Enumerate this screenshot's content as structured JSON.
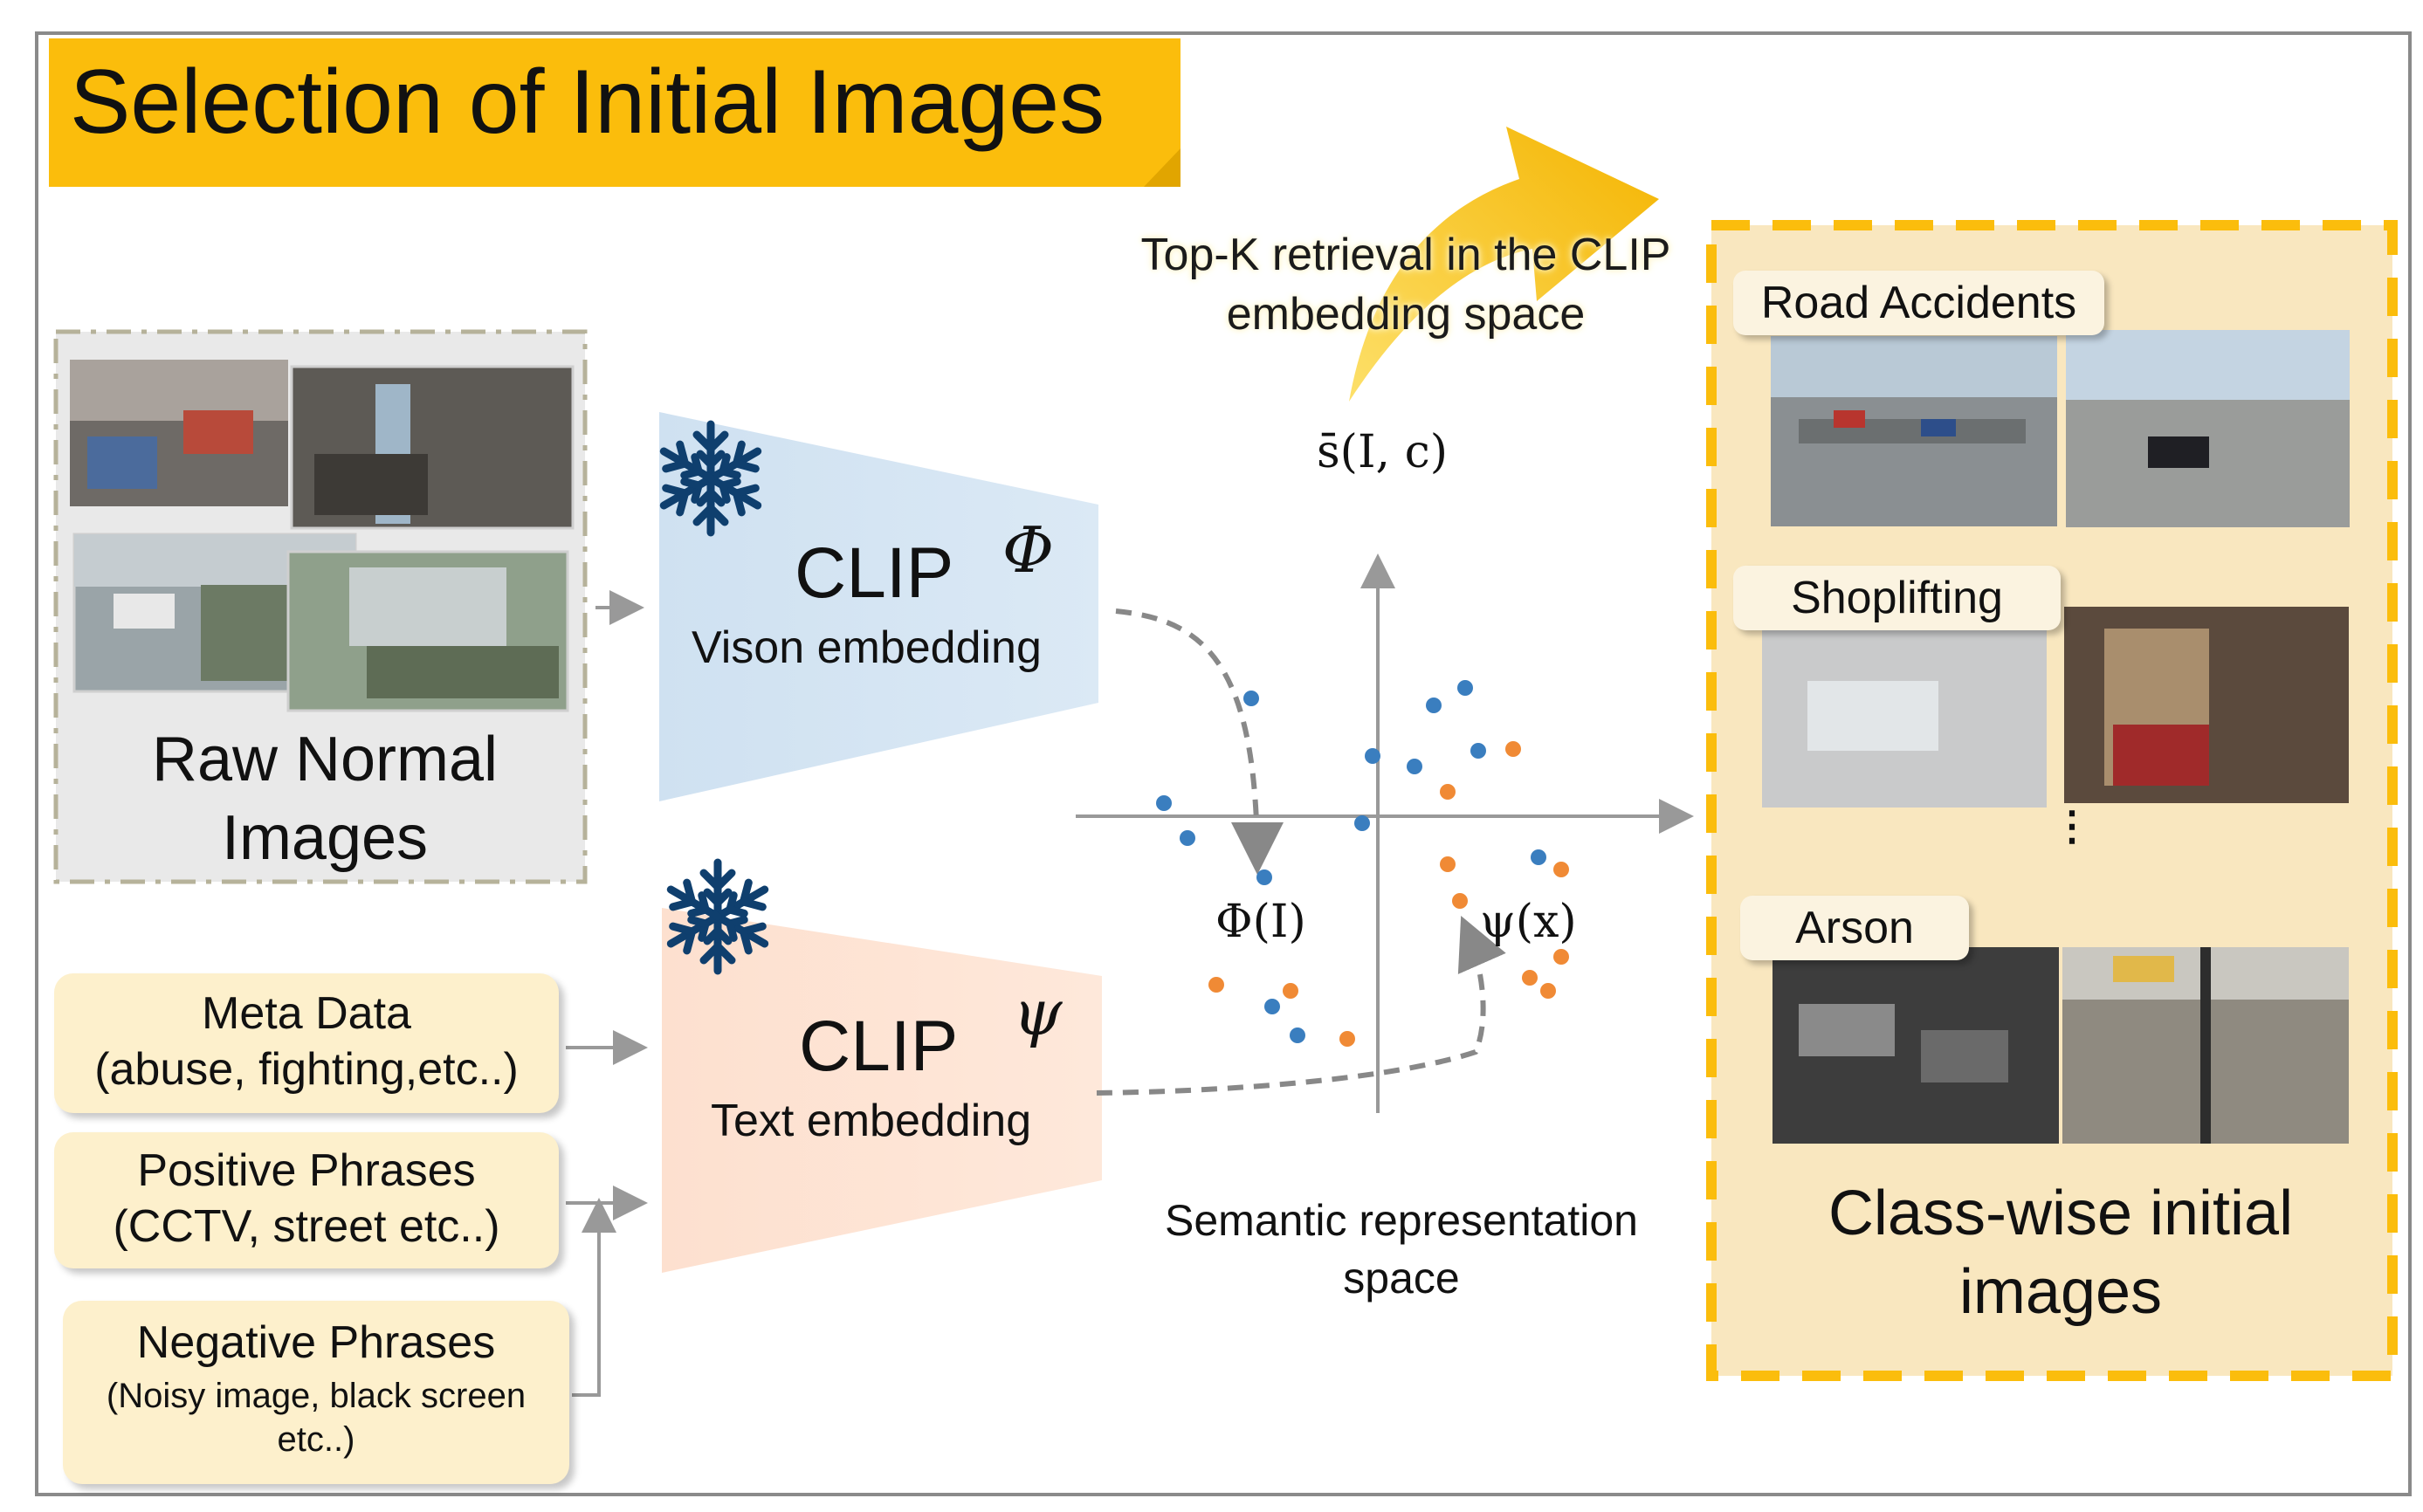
{
  "title": "Selection of Initial Images",
  "raw_images": {
    "label": "Raw Normal Images"
  },
  "clip_vision": {
    "title": "CLIP",
    "symbol": "Φ",
    "subtitle": "Vison embedding"
  },
  "clip_text": {
    "title": "CLIP",
    "symbol": "ψ",
    "subtitle": "Text embedding"
  },
  "inputs": [
    {
      "line1": "Meta Data",
      "line2": "(abuse, fighting,etc..)"
    },
    {
      "line1": "Positive Phrases",
      "line2": "(CCTV, street etc..)"
    },
    {
      "line1": "Negative Phrases",
      "line2": "(Noisy image, black screen etc..)"
    }
  ],
  "retrieval_label": "Top-K retrieval in the CLIP embedding space",
  "similarity_symbol": "s̄(I, c)",
  "phi_of_I": "Φ(I)",
  "psi_of_x": "ψ(x)",
  "semantic_space_label": "Semantic representation space",
  "classes": [
    "Road Accidents",
    "Shoplifting",
    "Arson"
  ],
  "ellipsis": "⋮",
  "classwise_label": "Class-wise initial images",
  "colors": {
    "title_band": "#fbbd0c",
    "vision_box": "#d6e6f3",
    "text_box": "#fde3d3",
    "input_box": "#fdf0cc",
    "class_panel": "#f9e7bf",
    "dashed_border": "#fbbd0c",
    "blue_points": "#3a7ebf",
    "orange_points": "#f08a35",
    "snowflake": "#0f3f6e"
  },
  "icons": [
    "snowflake-icon",
    "curved-arrow-icon"
  ]
}
